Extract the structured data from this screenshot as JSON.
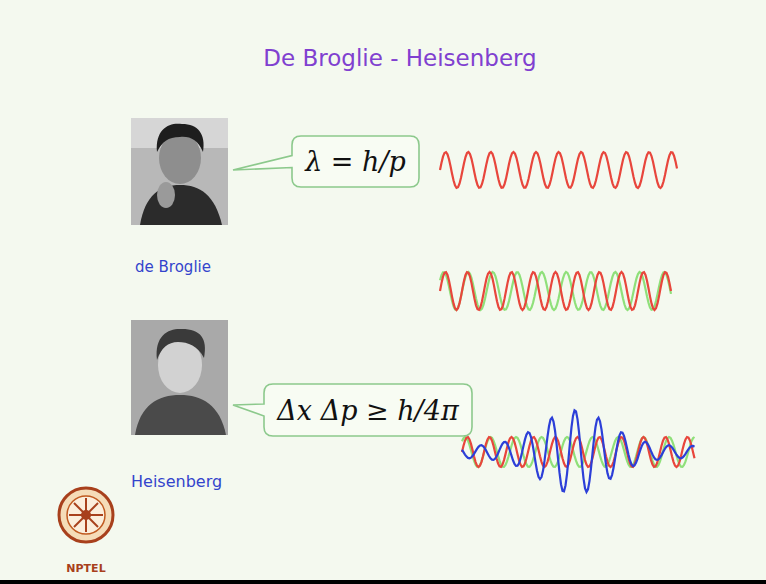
{
  "diagram": {
    "title": "De Broglie - Heisenberg",
    "nodes": [
      {
        "text": [
          "λ = h/p"
        ]
      },
      {
        "text": [
          "Δx Δp ≥ h/4π"
        ]
      }
    ],
    "labels": [
      "de Broglie",
      "Heisenberg",
      "NPTEL"
    ]
  }
}
